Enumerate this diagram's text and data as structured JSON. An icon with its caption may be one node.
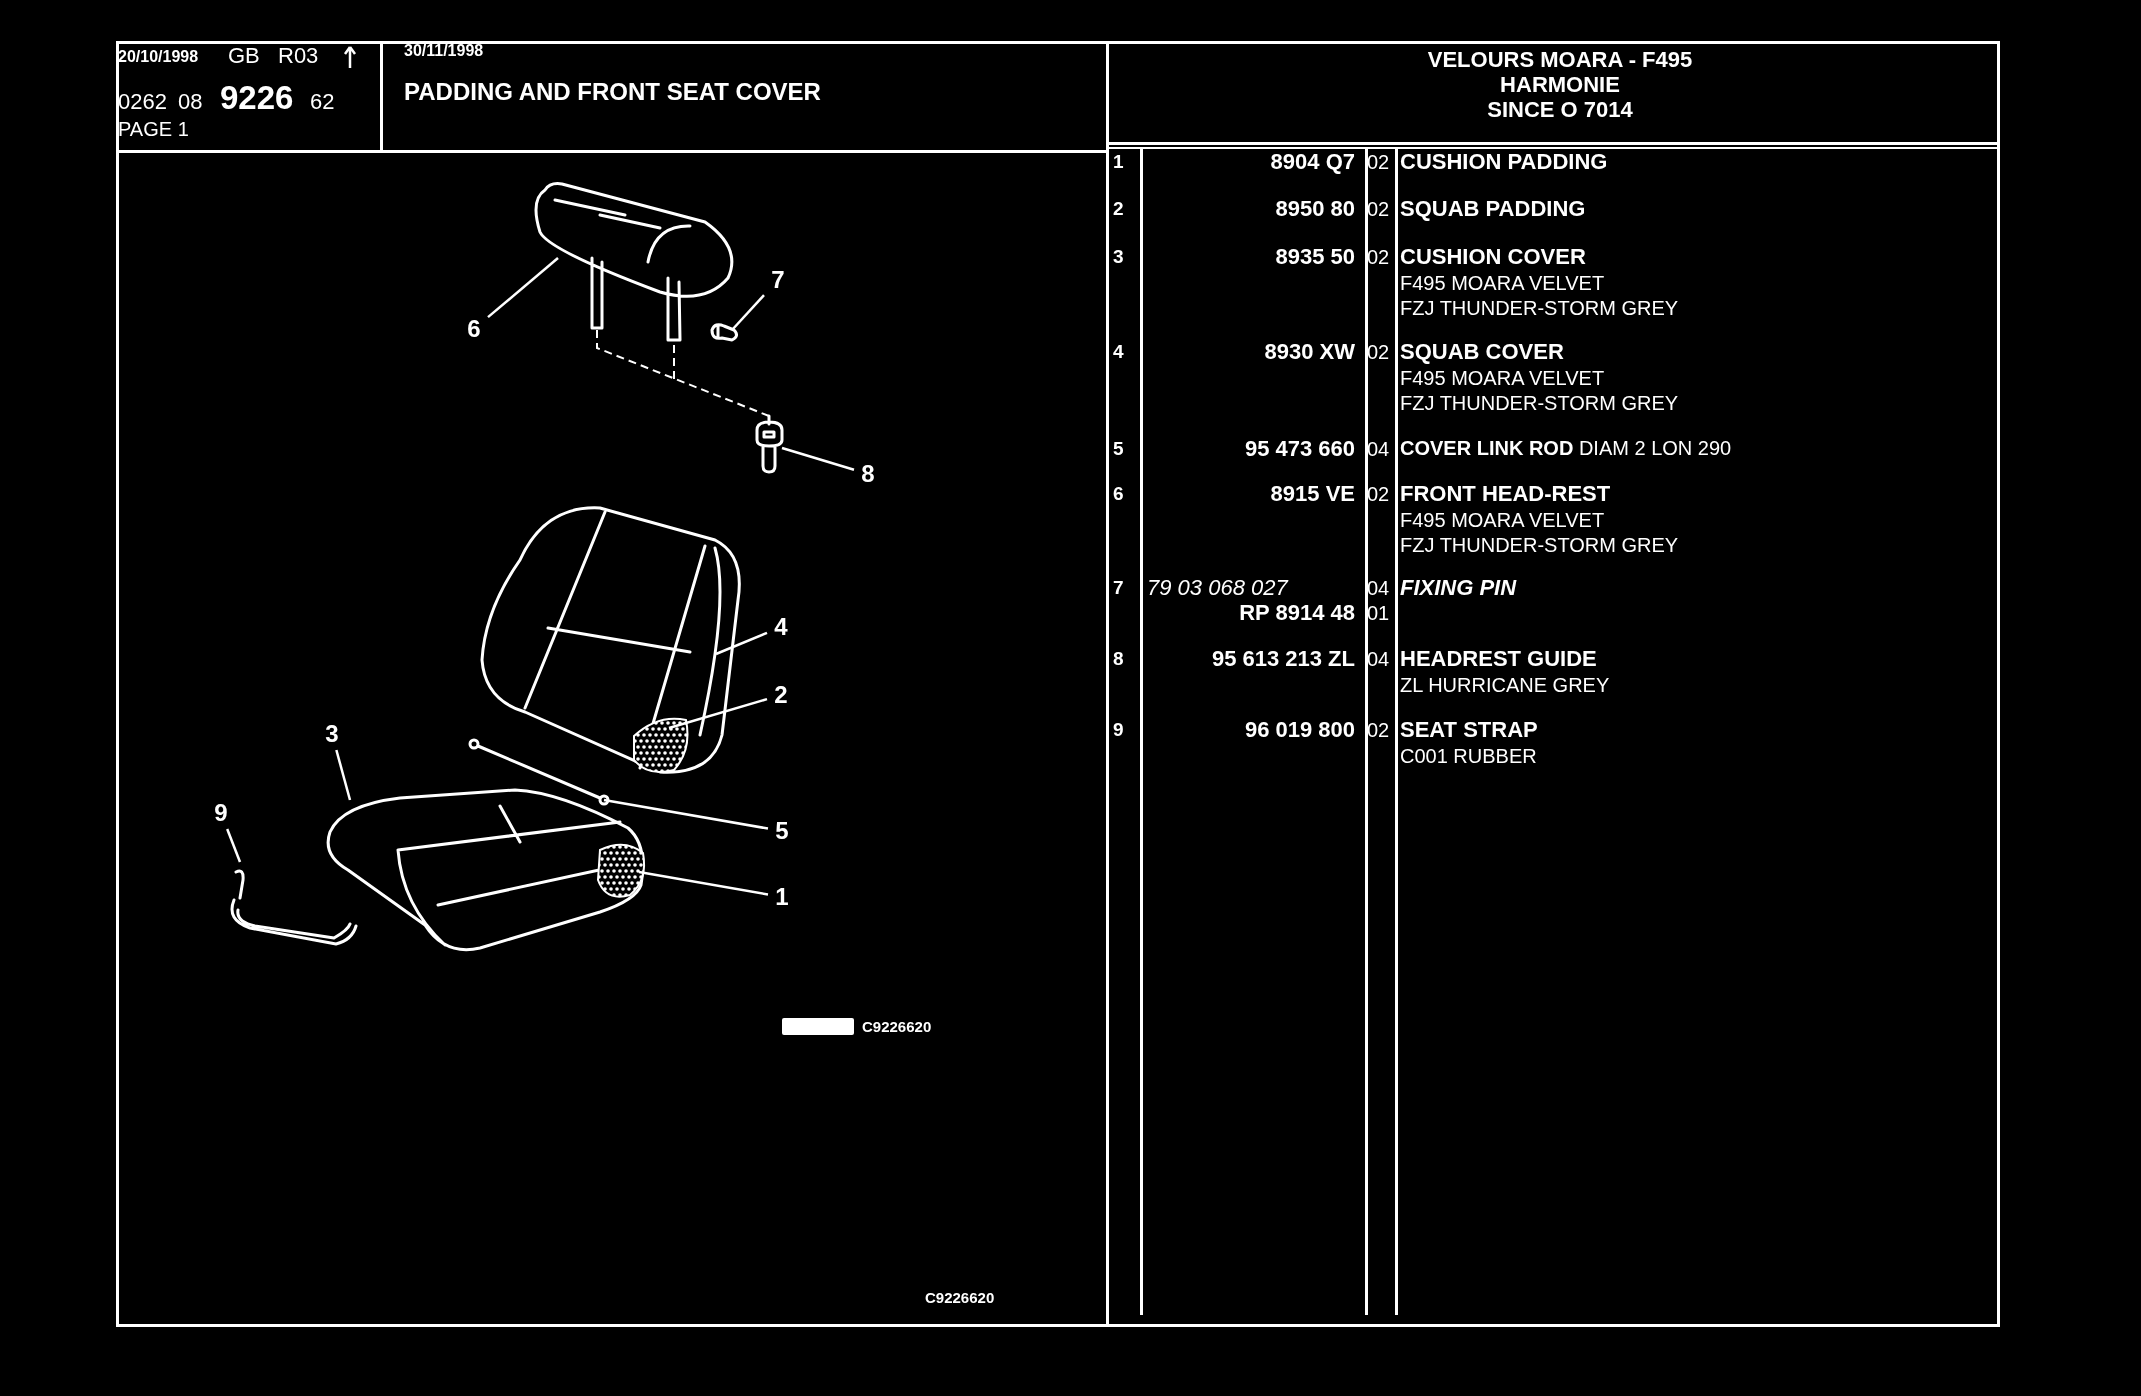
{
  "diagram": {
    "title": "PADDING AND FRONT SEAT COVER",
    "nodes": [
      {
        "text": [
          "1"
        ]
      },
      {
        "text": [
          "2"
        ]
      },
      {
        "text": [
          "3"
        ]
      },
      {
        "text": [
          "4"
        ]
      },
      {
        "text": [
          "5"
        ]
      },
      {
        "text": [
          "6"
        ]
      },
      {
        "text": [
          "7"
        ]
      },
      {
        "text": [
          "8"
        ]
      },
      {
        "text": [
          "9"
        ]
      },
      {
        "text": [],
        "shape": "picture",
        "in": 11
      },
      {
        "text": [],
        "shape": "picture",
        "in": 12
      },
      {
        "text": [],
        "shape": "picture"
      },
      {
        "text": [],
        "shape": "picture"
      },
      {
        "text": [],
        "shape": "picture"
      },
      {
        "text": [],
        "shape": "picture"
      },
      {
        "text": [],
        "shape": "picture"
      },
      {
        "text": [],
        "shape": "picture"
      },
      {
        "text": [],
        "shape": "picture"
      }
    ],
    "edges": [
      {
        "from": 0,
        "to": 9,
        "arrow": "none"
      },
      {
        "from": 1,
        "to": 10,
        "arrow": "none"
      },
      {
        "from": 2,
        "to": 11,
        "arrow": "none"
      },
      {
        "from": 3,
        "to": 12,
        "arrow": "none"
      },
      {
        "from": 4,
        "to": 13,
        "arrow": "none"
      },
      {
        "from": 5,
        "to": 14,
        "arrow": "none"
      },
      {
        "from": 6,
        "to": 15,
        "arrow": "none"
      },
      {
        "from": 7,
        "to": 16,
        "arrow": "none"
      },
      {
        "from": 8,
        "to": 17,
        "arrow": "none"
      },
      {
        "from": 14,
        "to": 16,
        "arrow": "none",
        "style": "dashed"
      }
    ],
    "labels": [
      "20/10/1998",
      "GB",
      "R03",
      "30/11/1998",
      "0262",
      "08",
      "9226",
      "62",
      "PAGE 1",
      "VELOURS MOARA - F495",
      "HARMONIE",
      "SINCE O 7014",
      "1",
      "8904 Q7",
      "02",
      "CUSHION PADDING",
      "2",
      "8950 80",
      "02",
      "SQUAB PADDING",
      "3",
      "8935 50",
      "02",
      "CUSHION COVER",
      "F495 MOARA VELVET",
      "FZJ THUNDER-STORM GREY",
      "4",
      "8930 XW",
      "02",
      "SQUAB COVER",
      "F495 MOARA VELVET",
      "FZJ THUNDER-STORM GREY",
      "5",
      "95 473 660",
      "04",
      "**COVER LINK ROD** DIAM 2 LON 290",
      "6",
      "8915 VE",
      "02",
      "FRONT HEAD-REST",
      "F495 MOARA VELVET",
      "FZJ THUNDER-STORM GREY",
      "7",
      "79 03 068 027",
      "04",
      "FIXING PIN",
      "RP 8914 48",
      "01",
      "8",
      "95 613 213 ZL",
      "04",
      "HEADREST GUIDE",
      "ZL HURRICANE GREY",
      "9",
      "96 019 800",
      "02",
      "SEAT STRAP",
      "C001 RUBBER",
      "C9226620",
      "C9226620"
    ]
  }
}
